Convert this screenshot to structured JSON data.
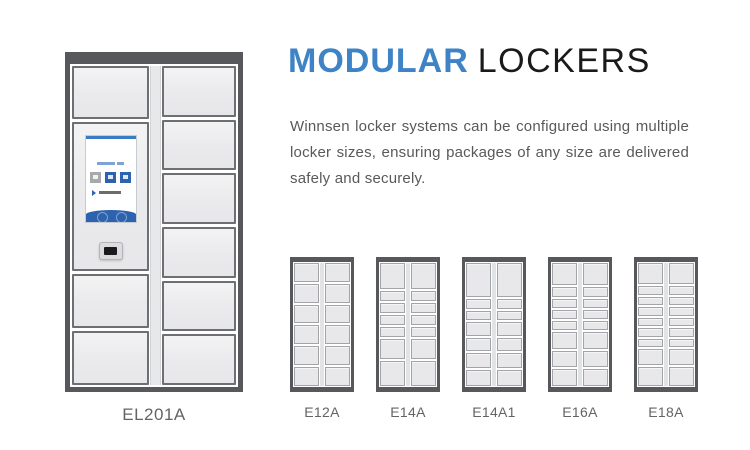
{
  "header": {
    "title_primary": "MODULAR",
    "title_secondary": "LOCKERS",
    "description": "Winnsen locker systems can be configured using multiple locker sizes, ensuring packages of any size are delivered safely and securely."
  },
  "featured_locker": {
    "label": "EL201A",
    "left_column_sections": [
      "door",
      "console-with-screen-and-scanner",
      "door",
      "door"
    ],
    "right_column_door_count": 6
  },
  "models": [
    {
      "label": "E12A",
      "door_count": 12,
      "row_heights": [
        1,
        1,
        1,
        1,
        1,
        1
      ]
    },
    {
      "label": "E14A",
      "door_count": 14,
      "row_heights": [
        3.0,
        1.0,
        1.0,
        1.0,
        1.0,
        2.3,
        2.9
      ]
    },
    {
      "label": "E14A1",
      "door_count": 14,
      "row_heights": [
        4.0,
        0.9,
        0.9,
        1.5,
        1.3,
        1.7,
        1.7
      ]
    },
    {
      "label": "E16A",
      "door_count": 16,
      "row_heights": [
        2.8,
        1.0,
        1.0,
        1.0,
        1.0,
        2.0,
        2.0,
        2.0
      ]
    },
    {
      "label": "E18A",
      "door_count": 18,
      "row_heights": [
        2.6,
        0.9,
        0.9,
        0.9,
        0.9,
        0.9,
        0.9,
        1.9,
        2.3
      ]
    }
  ],
  "colors": {
    "accent_blue": "#3D83C5",
    "title_dark": "#1A1A1A",
    "body_text": "#58595B",
    "label_gray": "#636466",
    "frame_gray": "#57585B",
    "door_gray": "#E9E9EB",
    "screen_blue": "#2D63AE"
  }
}
